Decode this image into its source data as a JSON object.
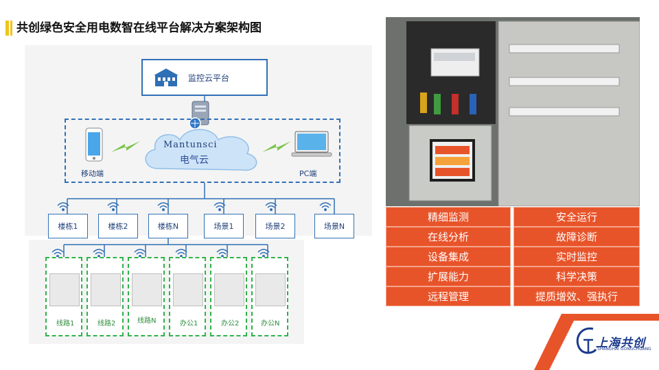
{
  "title": "共创绿色安全用电数智在线平台解决方案架构图",
  "diagram": {
    "cloud_platform": "监控云平台",
    "brand": "Mantunsci",
    "cloud_label": "电气云",
    "mobile_label": "移动端",
    "pc_label": "PC端",
    "level2": [
      "楼栋1",
      "楼栋2",
      "楼栋N",
      "场景1",
      "场景2",
      "场景N"
    ],
    "circuits": [
      "线路1",
      "线路2",
      "线路N",
      "办公1",
      "办公2",
      "办公N"
    ]
  },
  "features_left": [
    "精细监测",
    "在线分析",
    "设备集成",
    "扩展能力",
    "远程管理"
  ],
  "features_right": [
    "安全运行",
    "故障诊断",
    "实时监控",
    "科学决策",
    "提质增效、强执行"
  ],
  "logo": {
    "name": "上海共创",
    "sub": "SHANGHAI GONGCHUANG"
  },
  "colors": {
    "accent_orange": "#e8542a",
    "title_bar": "#f0c419",
    "diagram_blue": "#2f6fb5",
    "circuit_green": "#2fb24a",
    "brand_navy": "#1b3a8c"
  }
}
